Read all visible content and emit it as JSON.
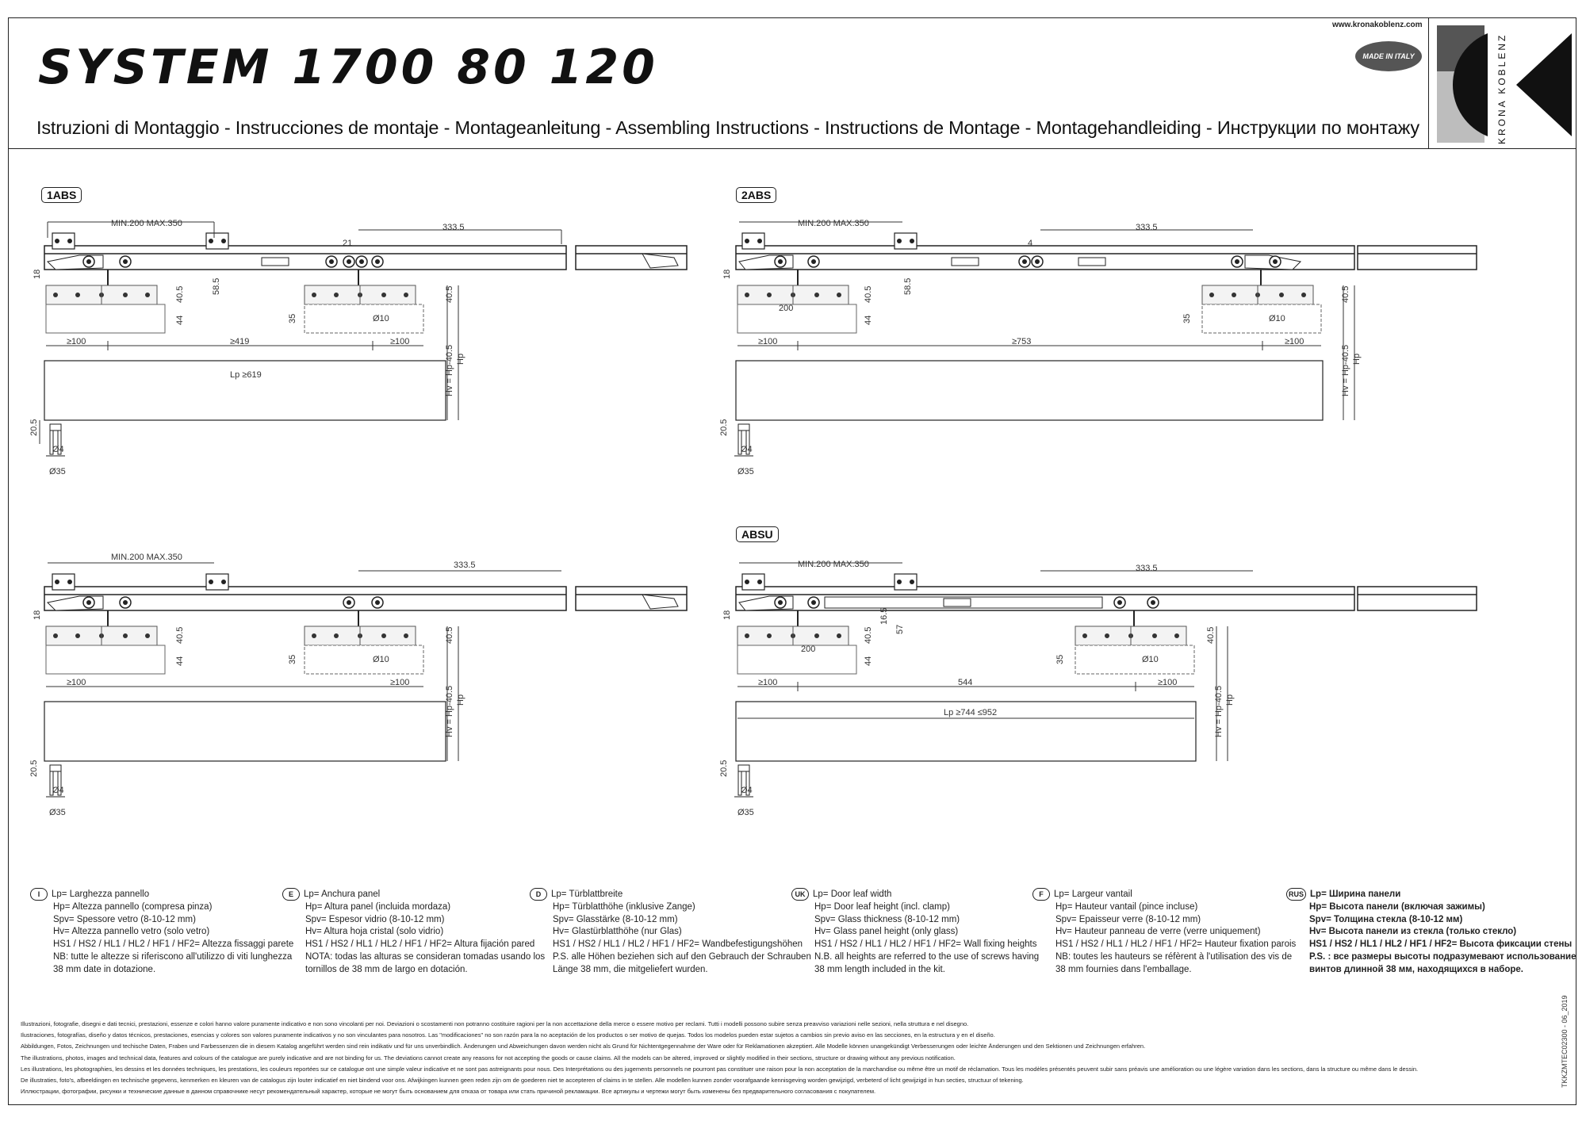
{
  "header": {
    "title": "SYSTEM 1700 80 120",
    "subtitle": "Istruzioni di Montaggio - Instrucciones de montaje - Montageanleitung - Assembling Instructions - Instructions de Montage - Montagehandleiding - Инструкции по монтажу",
    "website": "www.kronakoblenz.com",
    "made_in": "MADE IN ITALY",
    "brand": "KRONA KOBLENZ"
  },
  "diagrams": [
    {
      "label": "1ABS",
      "min_max": "MIN.200 MAX.350",
      "span": "333.5",
      "gap": "21",
      "h_top": "18",
      "h_frame": "58.5",
      "h_clamp": "40.5",
      "h_glass": "44",
      "h_r": "40.5",
      "spv": "35",
      "bore": "Ø10",
      "ge_left": "≥100",
      "ge_mid": "≥419",
      "ge_right": "≥100",
      "lp": "Lp ≥619",
      "hv": "Hv = Hp-40.5",
      "hp": "Hp",
      "floor": "20.5",
      "d4": "Ø4",
      "d35": "Ø35"
    },
    {
      "label": "2ABS",
      "min_max": "MIN.200 MAX.350",
      "span": "333.5",
      "gap": "4",
      "h_top": "18",
      "h_frame": "58.5",
      "h_clamp": "40.5",
      "h_glass": "44",
      "h_r": "40.5",
      "spv": "35",
      "bore": "Ø10",
      "ge_left": "≥100",
      "ge_mid": "≥753",
      "ge_right": "≥100",
      "w200": "200",
      "hv": "Hv = Hp-40.5",
      "hp": "Hp",
      "floor": "20.5",
      "d4": "Ø4",
      "d35": "Ø35"
    },
    {
      "label": "",
      "min_max": "MIN.200 MAX.350",
      "span": "333.5",
      "h_top": "18",
      "h_clamp": "40.5",
      "h_glass": "44",
      "h_r": "40.5",
      "spv": "35",
      "bore": "Ø10",
      "ge_left": "≥100",
      "ge_right": "≥100",
      "hv": "Hv = Hp-40.5",
      "hp": "Hp",
      "floor": "20.5",
      "d4": "Ø4",
      "d35": "Ø35"
    },
    {
      "label": "ABSU",
      "min_max": "MIN.200 MAX.350",
      "span": "333.5",
      "h_top": "18",
      "h_frame": "57",
      "h_16": "16.5",
      "h_clamp": "40.5",
      "h_glass": "44",
      "h_r": "40.5",
      "spv": "35",
      "bore": "Ø10",
      "ge_left": "≥100",
      "ge_mid": "544",
      "ge_right": "≥100",
      "w200": "200",
      "lp": "Lp ≥744 ≤952",
      "hv": "Hv = Hp-40.5",
      "hp": "Hp",
      "floor": "20.5",
      "d4": "Ø4",
      "d35": "Ø35"
    }
  ],
  "legends": [
    {
      "lang": "I",
      "lines": [
        "Lp= Larghezza pannello",
        "Hp= Altezza pannello (compresa pinza)",
        "Spv= Spessore vetro (8-10-12 mm)",
        "Hv= Altezza pannello vetro (solo vetro)",
        "HS1 / HS2 / HL1 / HL2 / HF1 / HF2= Altezza fissaggi parete",
        "NB: tutte le altezze si riferiscono all'utilizzo di viti lunghezza",
        "38 mm date in dotazione."
      ]
    },
    {
      "lang": "E",
      "lines": [
        "Lp= Anchura panel",
        "Hp= Altura panel (incluida mordaza)",
        "Spv= Espesor vidrio (8-10-12 mm)",
        "Hv= Altura hoja cristal (solo vidrio)",
        "HS1 / HS2 / HL1 / HL2 / HF1 / HF2= Altura fijación pared",
        "NOTA: todas las alturas se consideran tomadas usando los",
        "tornillos de 38 mm de largo en dotación."
      ]
    },
    {
      "lang": "D",
      "lines": [
        "Lp= Türblattbreite",
        "Hp= Türblatthöhe (inklusive Zange)",
        "Spv= Glasstärke (8-10-12 mm)",
        "Hv= Glastürblatthöhe (nur Glas)",
        "HS1 / HS2 / HL1 / HL2 / HF1 / HF2= Wandbefestigungshöhen",
        "P.S. alle Höhen beziehen sich auf den Gebrauch der Schrauben",
        "Länge 38 mm, die mitgeliefert wurden."
      ]
    },
    {
      "lang": "UK",
      "lines": [
        "Lp= Door leaf width",
        "Hp= Door leaf height (incl. clamp)",
        "Spv= Glass thickness (8-10-12 mm)",
        "Hv= Glass panel height (only glass)",
        "HS1 / HS2 / HL1 / HL2 / HF1 / HF2= Wall fixing heights",
        "N.B. all heights are referred to the use of screws having",
        "38 mm length included in the kit."
      ]
    },
    {
      "lang": "F",
      "lines": [
        "Lp= Largeur vantail",
        "Hp= Hauteur vantail (pince incluse)",
        "Spv= Epaisseur verre (8-10-12 mm)",
        "Hv= Hauteur panneau de verre (verre uniquement)",
        "HS1 / HS2 / HL1 / HL2 / HF1 / HF2= Hauteur fixation parois",
        "NB: toutes les hauteurs se réfèrent à l'utilisation des vis de",
        "38 mm fournies dans l'emballage."
      ]
    },
    {
      "lang": "RUS",
      "lines": [
        "Lp= Ширина панели",
        "Hp= Высота панели (включая зажимы)",
        "Spv= Толщина стекла (8-10-12 мм)",
        "Hv= Высота панели из стекла (только стекло)",
        "HS1 / HS2 / HL1 / HL2 / HF1 / HF2= Высота фиксации стены",
        "P.S. : все размеры высоты подразумевают использование",
        "винтов длинной 38 мм, находящихся в наборе."
      ]
    }
  ],
  "disclaimer": [
    "Illustrazioni, fotografie, disegni e dati tecnici, prestazioni, essenze e colori hanno valore puramente indicativo e non sono vincolanti per noi. Deviazioni o scostamenti non potranno costituire ragioni per la non accettazione della merce o essere motivo per reclami. Tutti i modelli possono subire senza preavviso variazioni nelle sezioni, nella struttura e nel disegno.",
    "Ilustraciones, fotografías, diseño y datos técnicos, prestaciones, esencias y colores son valores puramente indicativos y no son vinculantes para nosotros. Las \"modificaciones\" no son razón para la no aceptación de los productos o ser motivo de quejas. Todos los modelos pueden estar sujetos a cambios sin previo aviso en las secciones, en la estructura y en el diseño.",
    "Abbildungen, Fotos, Zeichnungen und techische Daten, Fraben und Farbessenzen die in diesem Katalog angeführt werden sind rein indikativ und für uns unverbindlich. Änderungen und Abweichungen davon werden nicht als Grund für Nichtentgegennahme der Ware oder für Reklamationen akzeptiert. Alle Modelle können unangekündigt Verbesserungen oder leichte Änderungen und den Sektionen und Zeichnungen erfahren.",
    "The illustrations, photos, images and technical data, features and colours of the catalogue are purely indicative and are not binding for us. The deviations cannot create any reasons for not accepting the goods or cause claims. All the models can be altered, improved or slightly modified in their sections, structure or drawing without any previous notification.",
    "Les illustrations, les photographies, les dessins et les données techniques, les prestations, les couleurs reportées sur ce catalogue ont une simple valeur indicative et ne sont pas astreignants pour nous. Des Interprétations ou des jugements personnels ne pourront pas constituer une raison pour la non acceptation de la marchandise ou même être un motif de réclamation. Tous les modèles présentés peuvent subir sans préavis une amélioration ou une légère variation dans les sections, dans la structure ou même dans le dessin.",
    "De illustraties, foto's, afbeeldingen en technische gegevens, kenmerken en kleuren van de catalogus zijn louter indicatief en niet bindend voor ons. Afwijkingen kunnen geen reden zijn om de goederen niet te accepteren of claims in te stellen. Alle modellen kunnen zonder voorafgaande kennisgeving worden gewijzigd, verbeterd of licht gewijzigd in hun secties, structuur of tekening.",
    "Иллюстрации, фотографии, рисунки и технические данные в данном справочнике несут рекомендательный характер, которые не могут быть основанием для отказа от товара или стать причиной рекламации. Все артикулы и чертежи могут быть изменены без предварительного согласования с покупателем."
  ],
  "doc_code": "TKKZMTEC02300 - 06_2019"
}
